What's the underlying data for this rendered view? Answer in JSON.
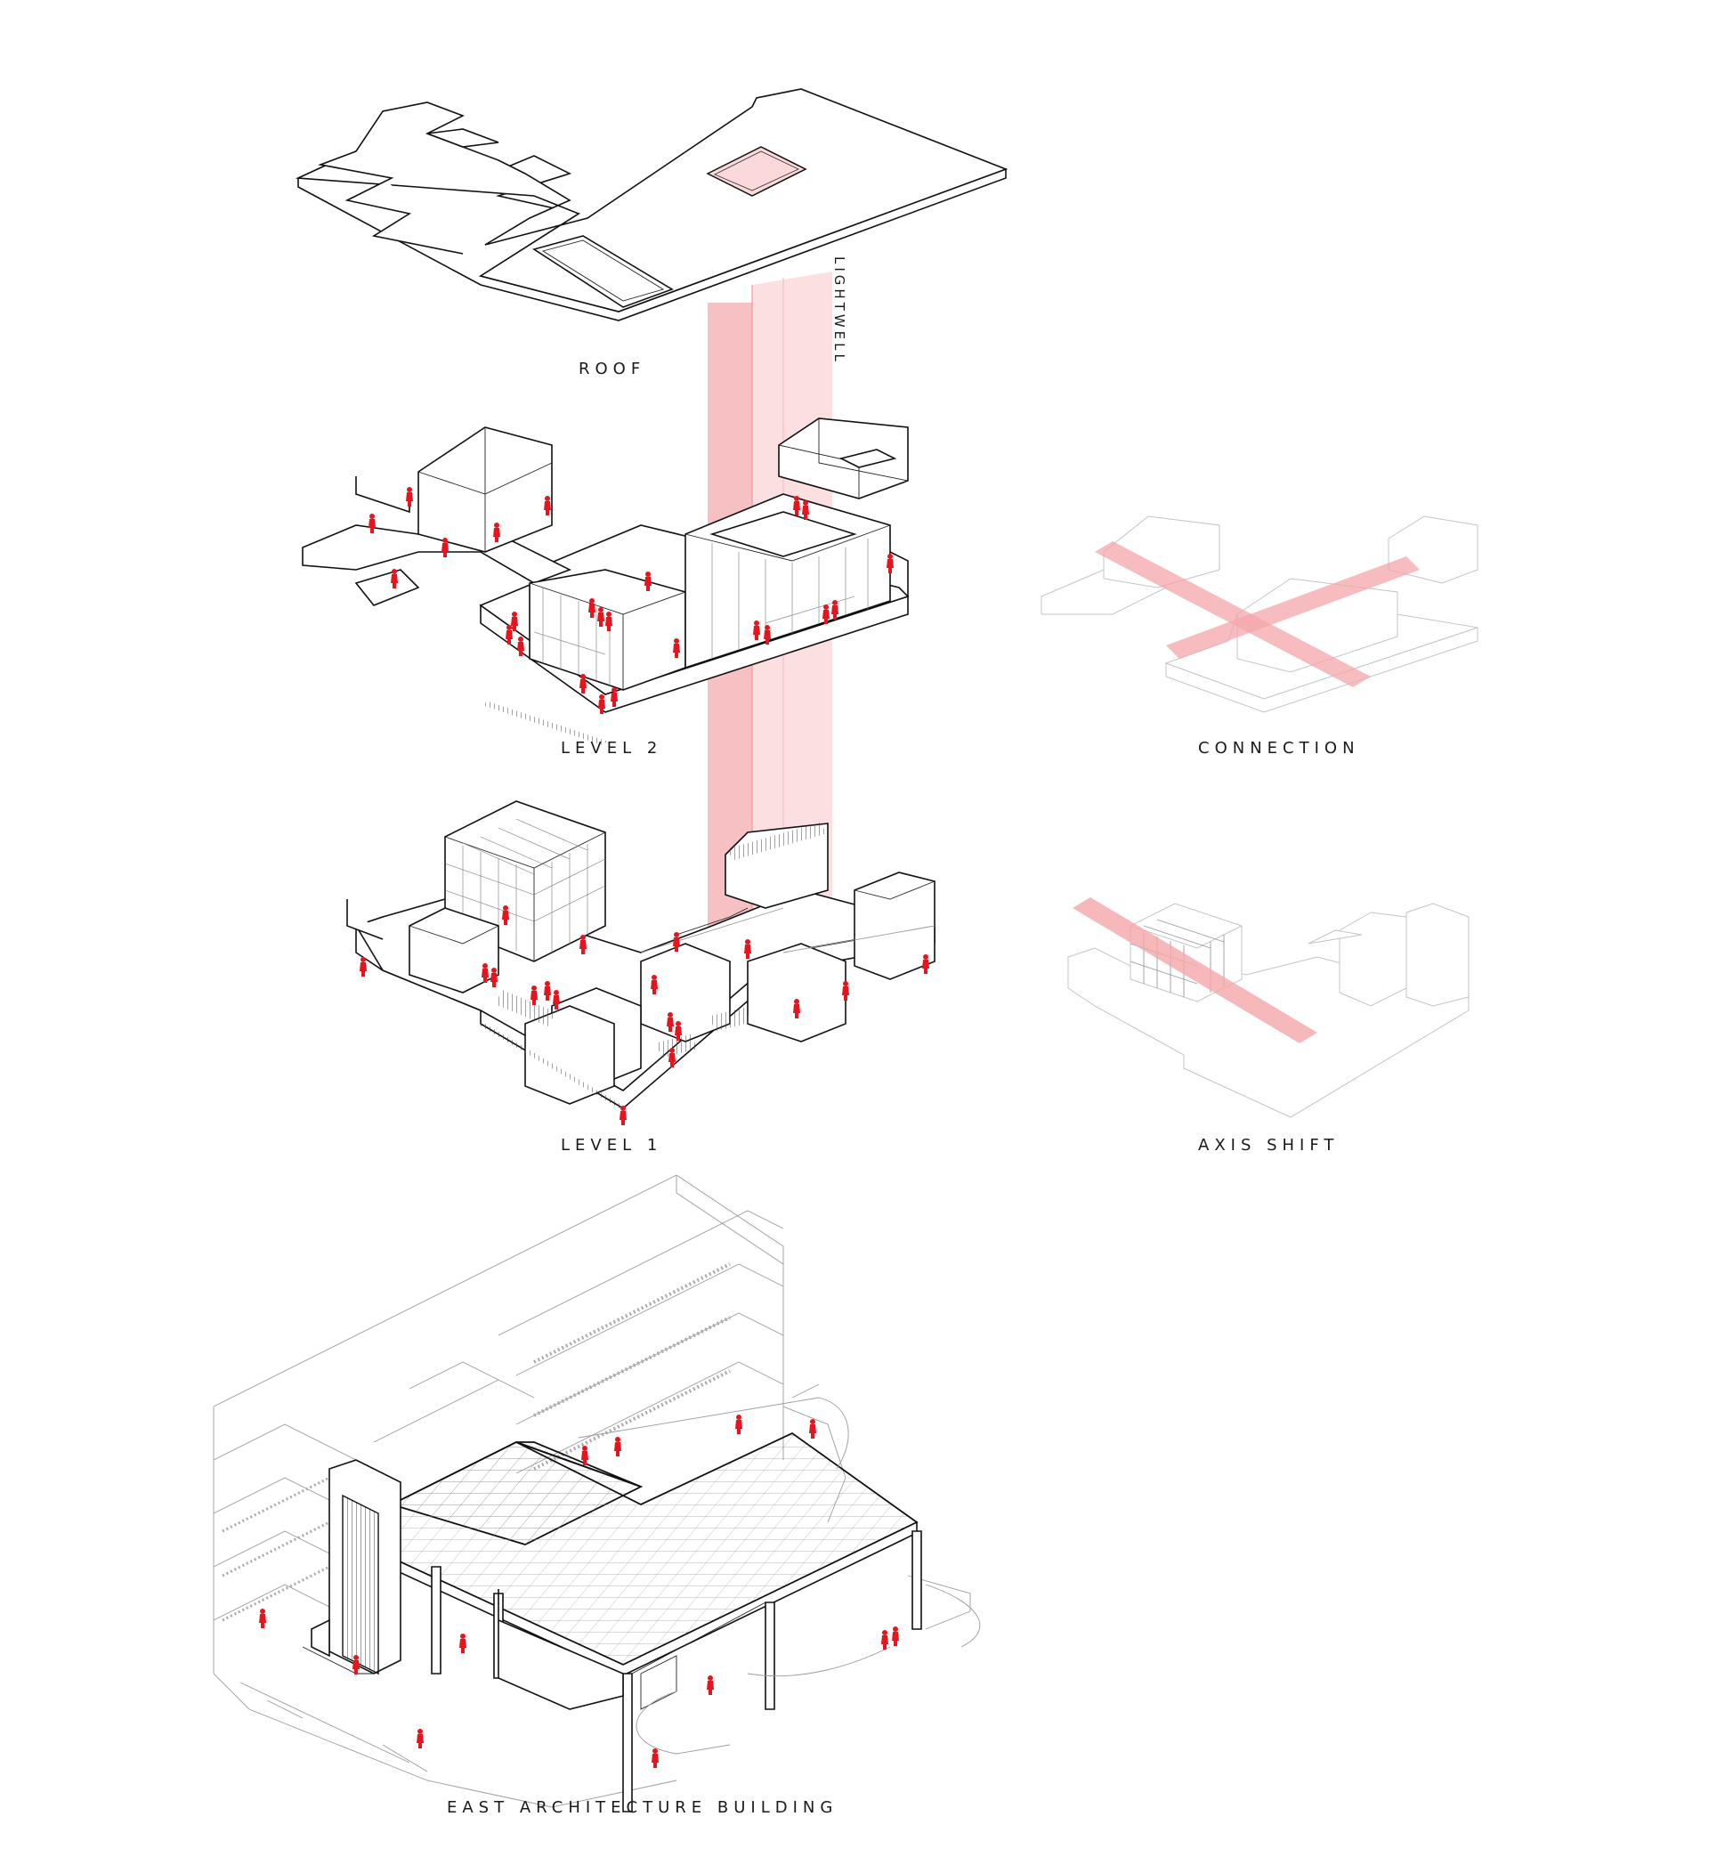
{
  "labels": {
    "roof": "ROOF",
    "lightwell": "LIGHTWELL",
    "level2": "LEVEL 2",
    "connection": "CONNECTION",
    "level1": "LEVEL 1",
    "axis_shift": "AXIS SHIFT",
    "east_building": "EAST ARCHITECTURE BUILDING"
  },
  "colors": {
    "highlight": "#f4a6aa",
    "highlight_light": "#fbd9db",
    "people": "#e8141d",
    "line": "#111111"
  }
}
